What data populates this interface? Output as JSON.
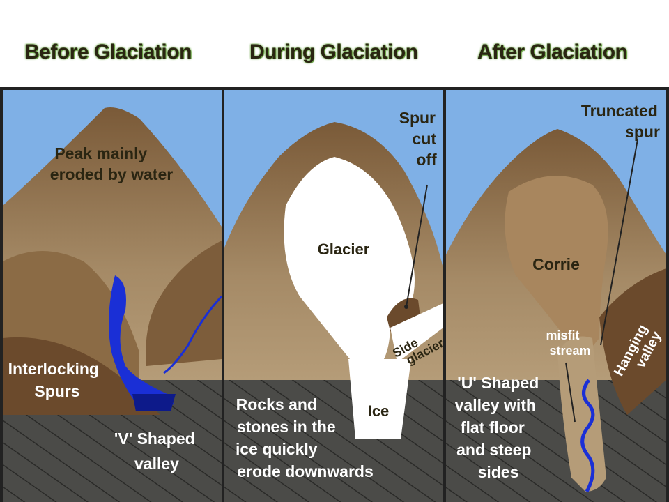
{
  "titles": {
    "before": "Before Glaciation",
    "during": "During Glaciation",
    "after": "After Glaciation"
  },
  "before": {
    "peak": [
      "Peak mainly",
      "eroded by water"
    ],
    "spurs": [
      "Interlocking",
      "Spurs"
    ],
    "valley": [
      "'V' Shaped",
      "valley"
    ]
  },
  "during": {
    "spur_cut": [
      "Spur",
      "cut",
      "off"
    ],
    "glacier": "Glacier",
    "side_glacier": [
      "Side",
      "glacier"
    ],
    "ice": "Ice",
    "rocks": [
      "Rocks and",
      "stones in the",
      "ice quickly",
      "erode downwards"
    ]
  },
  "after": {
    "truncated": [
      "Truncated",
      "spur"
    ],
    "corrie": "Corrie",
    "misfit": [
      "misfit",
      "stream"
    ],
    "hanging": [
      "Hanging",
      "valley"
    ],
    "u_valley": [
      "'U' Shaped",
      "valley with",
      "flat floor",
      "and steep",
      "sides"
    ]
  },
  "colors": {
    "sky": "#7fb0e6",
    "rock": "#8b6b45",
    "rock_light": "#a8865e",
    "rock_dark": "#6b4a2c",
    "ground": "#4a4a4a",
    "water": "#1a2fd6",
    "ice": "#ffffff"
  }
}
